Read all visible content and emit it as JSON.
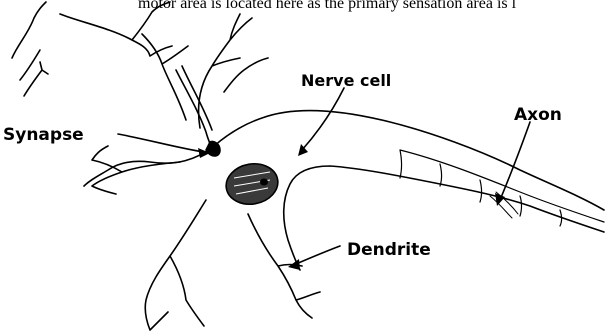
{
  "header_text": "motor area is located here as the primary sensation area is l",
  "diagram": {
    "labels": {
      "synapse": "Synapse",
      "nerve_cell": "Nerve cell",
      "axon": "Axon",
      "dendrite": "Dendrite"
    }
  },
  "colors": {
    "ink": "#000000",
    "background": "#ffffff",
    "nucleus_fill": "#3a3a3a"
  }
}
